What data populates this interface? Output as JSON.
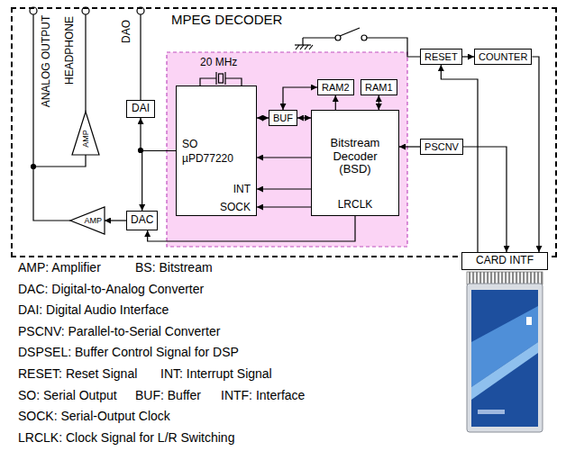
{
  "diagram": {
    "nodes": [
      {
        "text": [
          "MPEG DECODER"
        ]
      },
      {
        "text": [
          "SO",
          "µPD77220",
          "INT",
          "SOCK"
        ],
        "in": 0
      },
      {
        "text": [
          "BUF"
        ],
        "in": 0
      },
      {
        "text": [
          "RAM2"
        ],
        "in": 0
      },
      {
        "text": [
          "RAM1"
        ],
        "in": 0
      },
      {
        "text": [
          "Bitstream Decoder (BSD)",
          "LRCLK"
        ],
        "in": 0
      },
      {
        "text": [
          "DAI"
        ],
        "in": 0
      },
      {
        "text": [
          "DAC"
        ],
        "in": 0
      },
      {
        "text": [
          "AMP"
        ],
        "in": 0
      },
      {
        "text": [
          "AMP"
        ],
        "in": 0
      },
      {
        "text": [
          "PSCNV"
        ],
        "in": 0
      },
      {
        "text": [
          "RESET"
        ],
        "in": 0
      },
      {
        "text": [
          "COUNTER"
        ],
        "in": 0
      },
      {
        "text": [
          "CARD INTF"
        ]
      }
    ],
    "edges": [
      {
        "from": 11,
        "to": 12,
        "arrow": "to"
      },
      {
        "from": 13,
        "to": 11,
        "arrow": "to"
      },
      {
        "from": 12,
        "to": 13,
        "arrow": "to"
      },
      {
        "from": 10,
        "to": 13,
        "arrow": "to"
      },
      {
        "from": 10,
        "to": 5,
        "arrow": "to"
      },
      {
        "from": 1,
        "to": 2,
        "arrow": "both"
      },
      {
        "from": 2,
        "to": 5,
        "arrow": "both"
      },
      {
        "from": 2,
        "to": 3,
        "arrow": "both"
      },
      {
        "from": 5,
        "to": 3,
        "arrow": "to"
      },
      {
        "from": 5,
        "to": 4,
        "arrow": "both"
      },
      {
        "from": 5,
        "to": 1,
        "arrow": "to"
      },
      {
        "from": 5,
        "to": 1,
        "arrow": "to"
      },
      {
        "from": 5,
        "to": 1,
        "arrow": "to"
      },
      {
        "from": 1,
        "to": 6,
        "arrow": "to"
      },
      {
        "from": 1,
        "to": 7,
        "arrow": "to"
      },
      {
        "from": 5,
        "to": 7,
        "arrow": "to"
      },
      {
        "from": 7,
        "to": 9,
        "arrow": "to"
      },
      {
        "from": 9,
        "to": 8,
        "arrow": "none"
      }
    ],
    "labels": [
      "ANALOG OUTPUT",
      "HEADPHONE",
      "DAO",
      "20 MHz",
      "AMP: Amplifier",
      "BS: Bitstream",
      "DAC: Digital-to-Analog Converter",
      "DAI: Digital Audio Interface",
      "PSCNV: Parallel-to-Serial Converter",
      "DSPSEL: Buffer Control Signal for DSP",
      "RESET: Reset Signal",
      "INT: Interrupt Signal",
      "SO: Serial Output",
      "BUF: Buffer",
      "INTF: Interface",
      "SOCK: Serial-Output Clock",
      "LRCLK: Clock Signal for L/R Switching"
    ]
  }
}
